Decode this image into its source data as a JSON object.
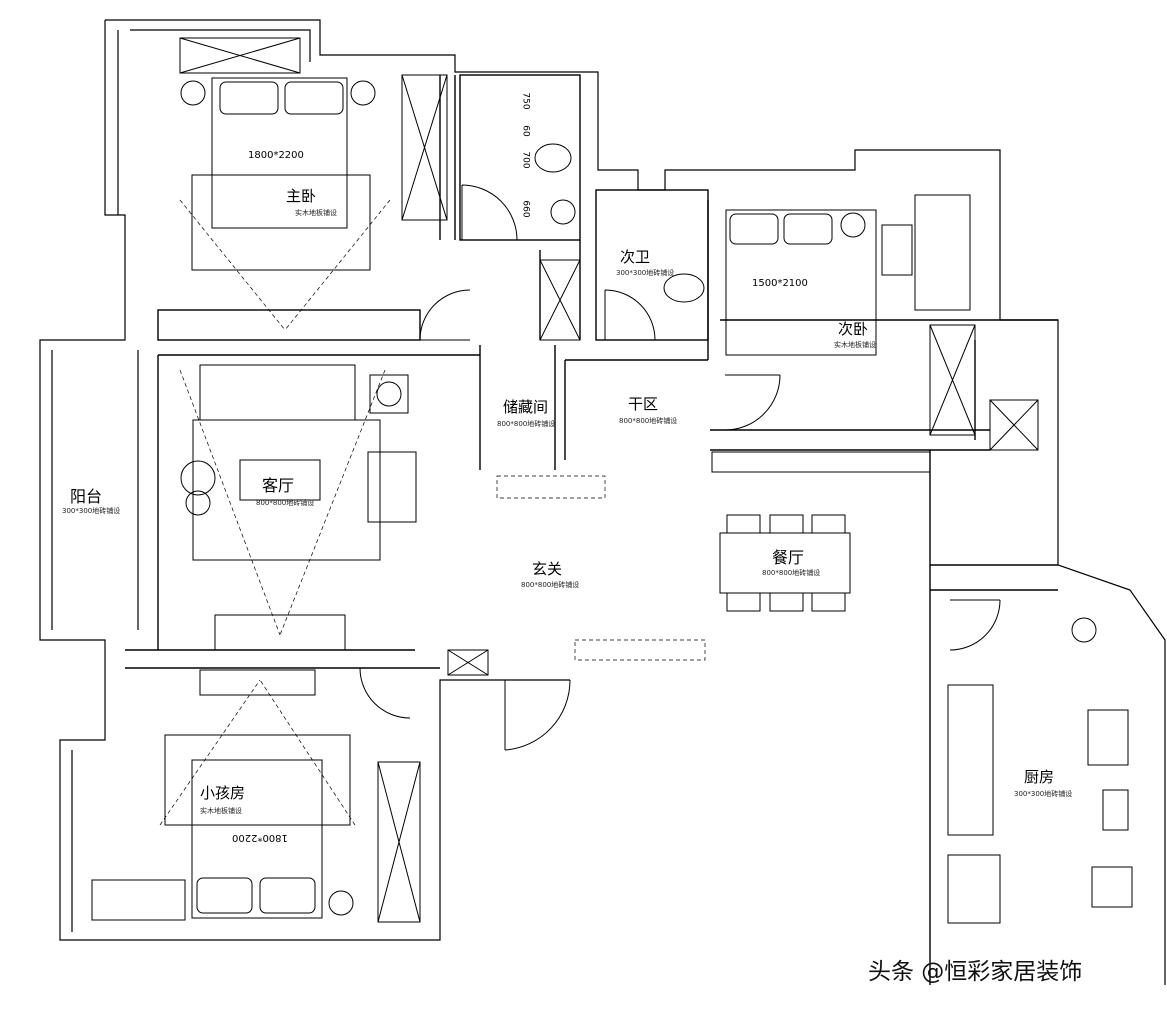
{
  "rooms": {
    "master_bedroom": {
      "name": "主卧",
      "floor": "实木地板铺设",
      "bed": "1800*2200"
    },
    "second_bathroom": {
      "name": "次卫",
      "floor": "300*300地砖铺设"
    },
    "second_bedroom": {
      "name": "次卧",
      "floor": "实木地板铺设",
      "bed": "1500*2100"
    },
    "storage": {
      "name": "储藏间",
      "floor": "800*800地砖铺设"
    },
    "dry_area": {
      "name": "干区",
      "floor": "800*800地砖铺设"
    },
    "balcony": {
      "name": "阳台",
      "floor": "300*300地砖铺设"
    },
    "living_room": {
      "name": "客厅",
      "floor": "800*800地砖铺设"
    },
    "entrance": {
      "name": "玄关",
      "floor": "800*800地砖铺设"
    },
    "dining_room": {
      "name": "餐厅",
      "floor": "800*800地砖铺设"
    },
    "kids_room": {
      "name": "小孩房",
      "floor": "实木地板铺设",
      "bed": "1800*2200"
    },
    "kitchen": {
      "name": "厨房",
      "floor": "300*300地砖铺设"
    }
  },
  "bathroom_dimensions": [
    "750",
    "60",
    "700",
    "660"
  ],
  "watermark": "头条 @恒彩家居装饰"
}
